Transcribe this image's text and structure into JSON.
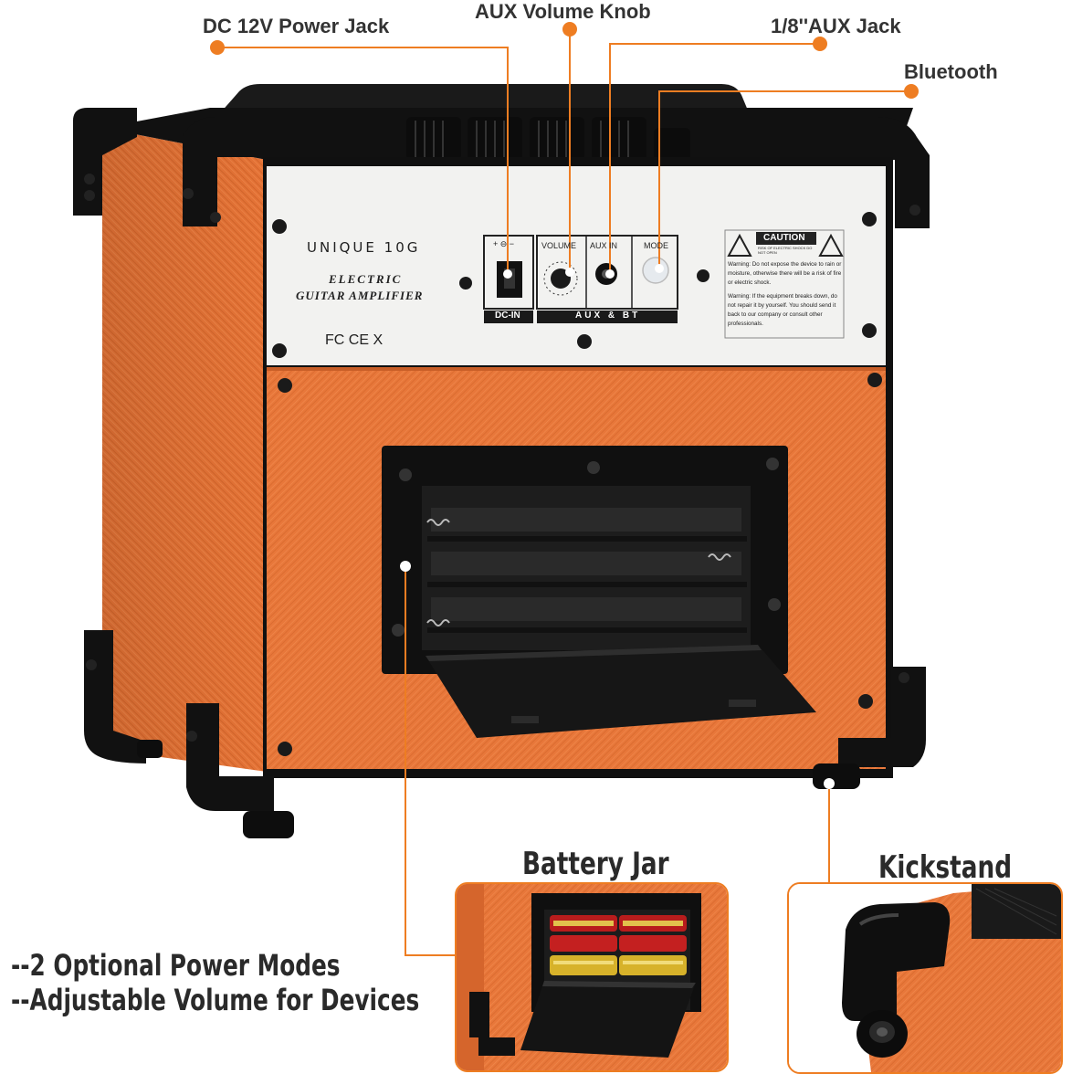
{
  "callouts": {
    "dc_power": "DC 12V Power Jack",
    "aux_volume": "AUX Volume Knob",
    "aux_jack": "1/8''AUX Jack",
    "bluetooth": "Bluetooth"
  },
  "panel": {
    "brand": "UNIQUE 10G",
    "product_line1": "ELECTRIC",
    "product_line2": "GUITAR AMPLIFIER",
    "certs": "FC  CE  X",
    "dc_symbol": "+ ⊖ −",
    "dc_label": "DC-IN",
    "volume_label": "VOLUME",
    "aux_in_label": "AUX IN",
    "mode_label": "MODE",
    "aux_bt_label": "AUX & BT",
    "caution_title": "CAUTION",
    "caution_sub": "RISK OF ELECTRIC SHOCK DO NOT OPEN",
    "warning1": "Warning: Do not expose the device to rain or moisture, otherwise there will be a risk of fire or electric shock.",
    "warning2": "Warning: If the equipment breaks down, do not repair it by yourself. You should send it back to our company or consult other professionals."
  },
  "insets": {
    "battery_title": "Battery Jar",
    "kickstand_title": "Kickstand"
  },
  "features": {
    "line1": "--2 Optional Power Modes",
    "line2": "--Adjustable Volume for Devices"
  },
  "colors": {
    "accent": "#ee7d22",
    "body": "#e8773a",
    "trim": "#121212",
    "panel": "#f2f2f0"
  }
}
